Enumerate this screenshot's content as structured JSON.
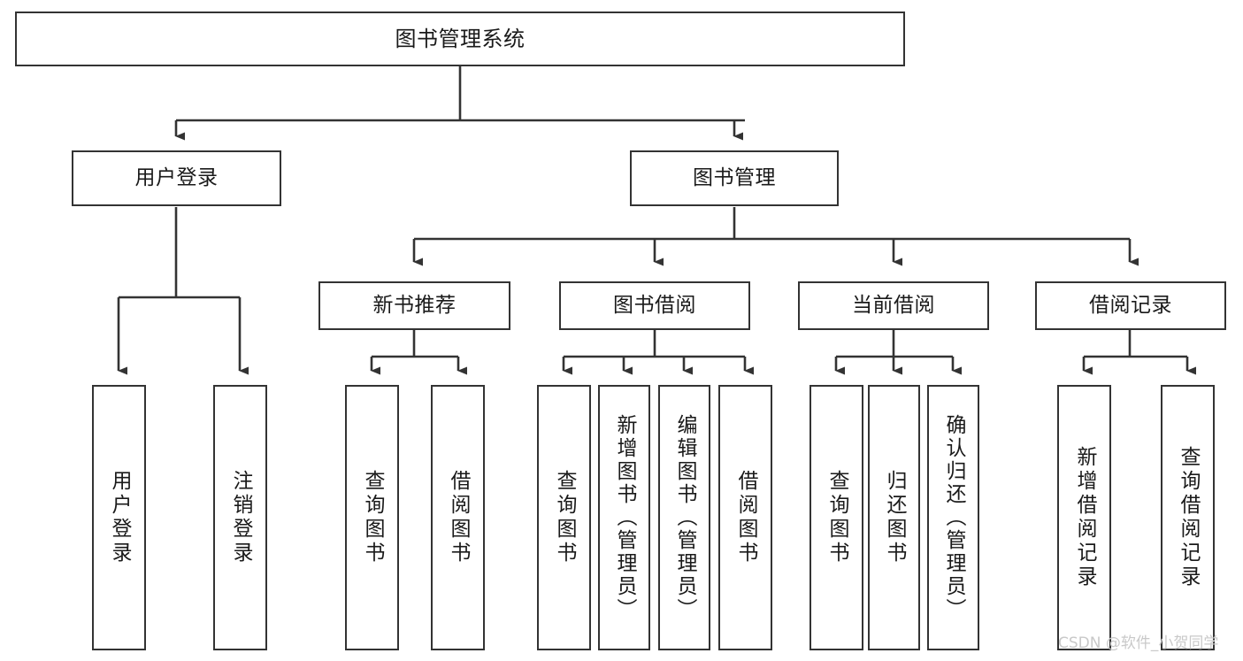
{
  "diagram": {
    "title": "图书管理系统",
    "type": "tree",
    "orientation": "top-down",
    "style": {
      "box_border_color": "#333333",
      "box_fill_color": "#ffffff",
      "edge_color": "#333333",
      "text_color": "#1a1a1a",
      "background": "#ffffff"
    },
    "root": {
      "label": "图书管理系统"
    },
    "level1": [
      {
        "label": "用户登录"
      },
      {
        "label": "图书管理"
      }
    ],
    "level2": [
      {
        "label": "新书推荐"
      },
      {
        "label": "图书借阅"
      },
      {
        "label": "当前借阅"
      },
      {
        "label": "借阅记录"
      }
    ],
    "leaves": {
      "user_login": [
        {
          "label": "用户登录"
        },
        {
          "label": "注销登录"
        }
      ],
      "new_book_recommend": [
        {
          "label": "查询图书"
        },
        {
          "label": "借阅图书"
        }
      ],
      "book_borrow": [
        {
          "label": "查询图书"
        },
        {
          "label": "新增图书（管理员）"
        },
        {
          "label": "编辑图书（管理员）"
        },
        {
          "label": "借阅图书"
        }
      ],
      "current_borrow": [
        {
          "label": "查询图书"
        },
        {
          "label": "归还图书"
        },
        {
          "label": "确认归还（管理员）"
        }
      ],
      "borrow_record": [
        {
          "label": "新增借阅记录"
        },
        {
          "label": "查询借阅记录"
        }
      ]
    },
    "edges": [
      {
        "from": "图书管理系统",
        "to": "用户登录"
      },
      {
        "from": "图书管理系统",
        "to": "图书管理"
      },
      {
        "from": "用户登录",
        "to": "用户登录"
      },
      {
        "from": "用户登录",
        "to": "注销登录"
      },
      {
        "from": "图书管理",
        "to": "新书推荐"
      },
      {
        "from": "图书管理",
        "to": "图书借阅"
      },
      {
        "from": "图书管理",
        "to": "当前借阅"
      },
      {
        "from": "图书管理",
        "to": "借阅记录"
      },
      {
        "from": "新书推荐",
        "to": "查询图书"
      },
      {
        "from": "新书推荐",
        "to": "借阅图书"
      },
      {
        "from": "图书借阅",
        "to": "查询图书"
      },
      {
        "from": "图书借阅",
        "to": "新增图书（管理员）"
      },
      {
        "from": "图书借阅",
        "to": "编辑图书（管理员）"
      },
      {
        "from": "图书借阅",
        "to": "借阅图书"
      },
      {
        "from": "当前借阅",
        "to": "查询图书"
      },
      {
        "from": "当前借阅",
        "to": "归还图书"
      },
      {
        "from": "当前借阅",
        "to": "确认归还（管理员）"
      },
      {
        "from": "借阅记录",
        "to": "新增借阅记录"
      },
      {
        "from": "借阅记录",
        "to": "查询借阅记录"
      }
    ]
  },
  "watermark": {
    "text": "CSDN @软件_小贺同学"
  }
}
